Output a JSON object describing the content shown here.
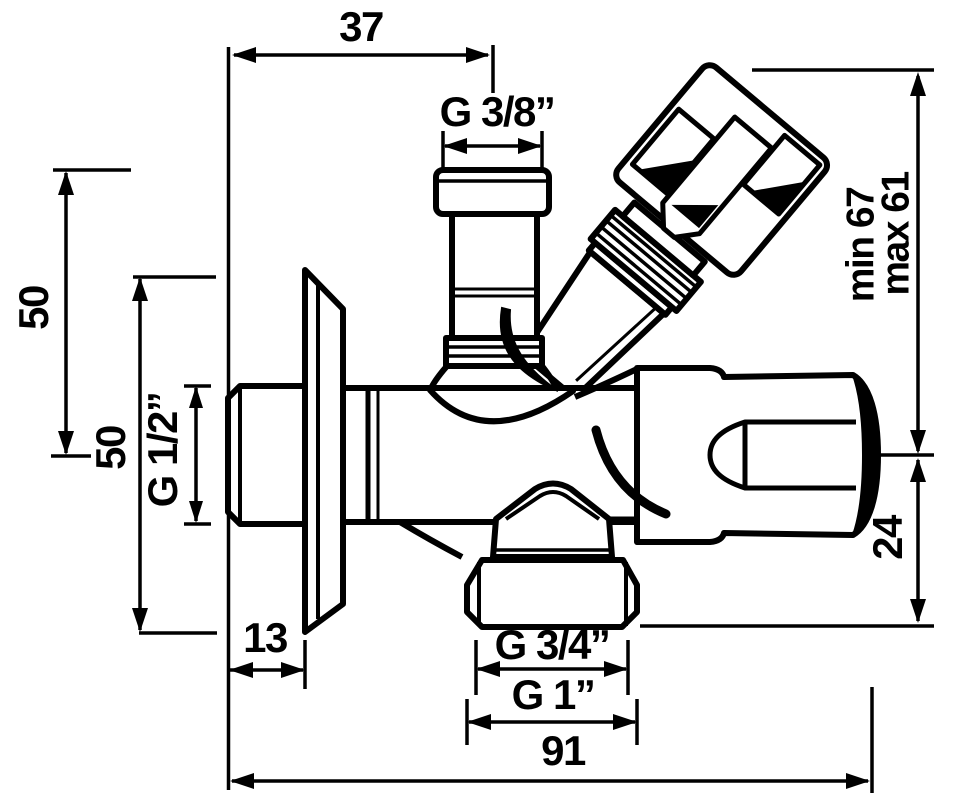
{
  "drawing": {
    "subject": "angle-valve-technical-drawing",
    "line_color": "#000000",
    "background_color": "#ffffff"
  },
  "dims": {
    "width_37": "37",
    "thread_top_outlet": "G 3/8”",
    "height_min": "min 67",
    "height_max": "max 61",
    "height_50_outer": "50",
    "height_50_inner": "50",
    "thread_inlet": "G 1/2”",
    "spout_height_24": "24",
    "flange_offset_13": "13",
    "thread_bottom_inner": "G 3/4”",
    "thread_bottom_outer": "G 1”",
    "total_depth_91": "91"
  }
}
